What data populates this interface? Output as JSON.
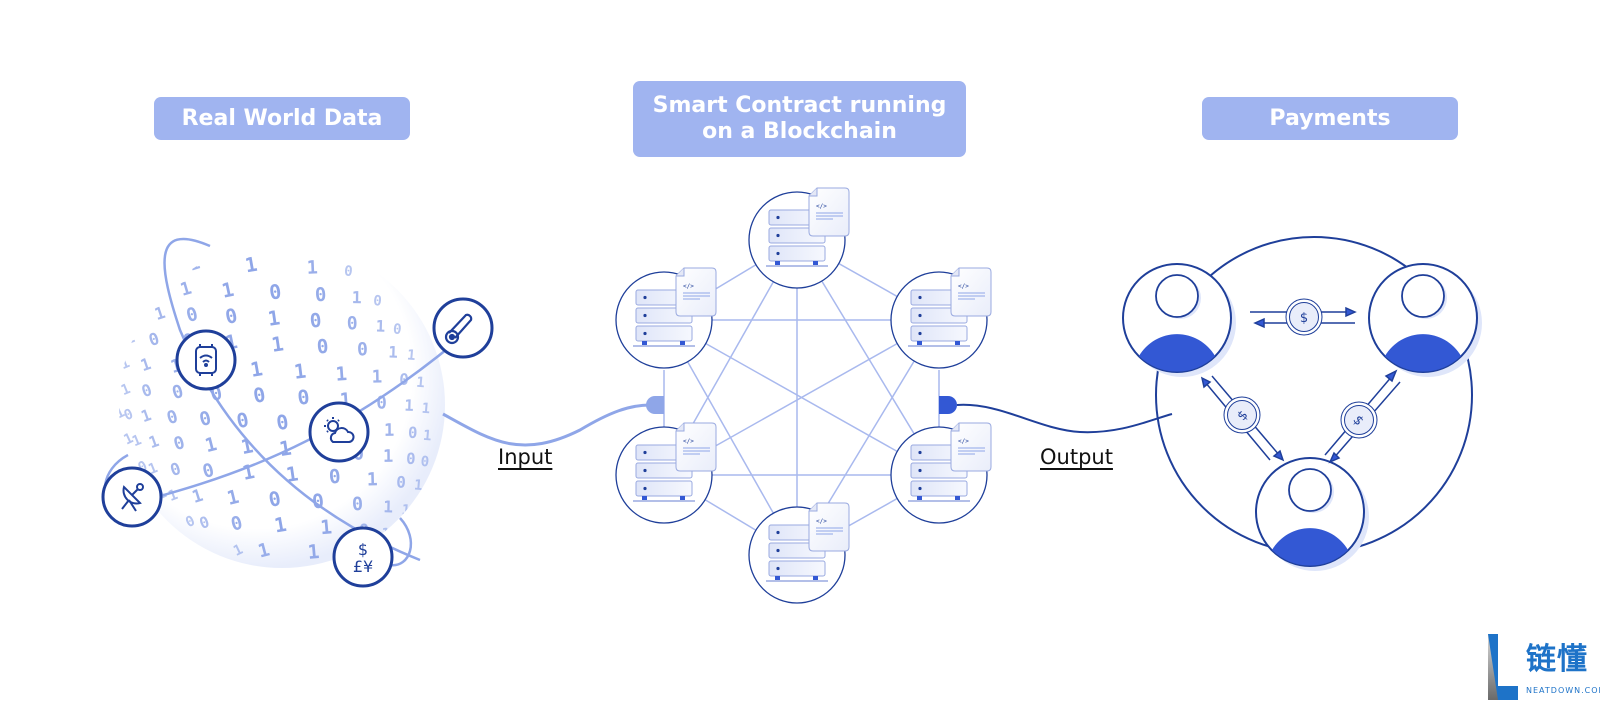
{
  "sections": {
    "real_world_data": {
      "title": "Real World Data"
    },
    "smart_contract": {
      "title": "Smart Contract running on a Blockchain"
    },
    "payments": {
      "title": "Payments"
    }
  },
  "connectors": {
    "input_label": "Input",
    "output_label": "Output"
  },
  "globe": {
    "binary_rows": [
      "0 1 1 1 0",
      "1 1 1 1 0 0 1 0",
      "1 1 1 0 0 1 0 0 1 0",
      "1 1 0 0 1 1 0 0 1 1",
      "1 1 1 1 0 1 1 1 1 0 1",
      "0 1 0 0 0 0 0 1 0 1 1",
      "1 0 1 0 0 0 0 0 1 1 0 1",
      "1 1 1 0 1 1 1 0 0 1 0 0",
      "0 1 0 0 1 1 0 1 0 1",
      "1 1 1 1 0 0 0 1 1",
      "0 0 0 1 1 0 1",
      "1 1 1 0"
    ],
    "icons": [
      "smartwatch-icon",
      "thermometer-icon",
      "weather-icon",
      "satellite-dish-icon",
      "currency-icon"
    ],
    "currency_symbols": {
      "top": "$",
      "bottom": "£¥"
    }
  },
  "blockchain": {
    "node_count": 6,
    "node_icon": "server-with-contract-icon",
    "contract_glyph": "</>"
  },
  "payments_network": {
    "user_count": 3,
    "coin_symbol": "$"
  },
  "watermark": {
    "chinese": "链懂",
    "latin": "NEATDOWN.COM"
  },
  "colors": {
    "label_bg": "#a0b4f0",
    "light_blue": "#8fa6e8",
    "dark_blue": "#1f3f9a",
    "accent_blue": "#3358d4",
    "node_fill": "#eef1fb"
  }
}
